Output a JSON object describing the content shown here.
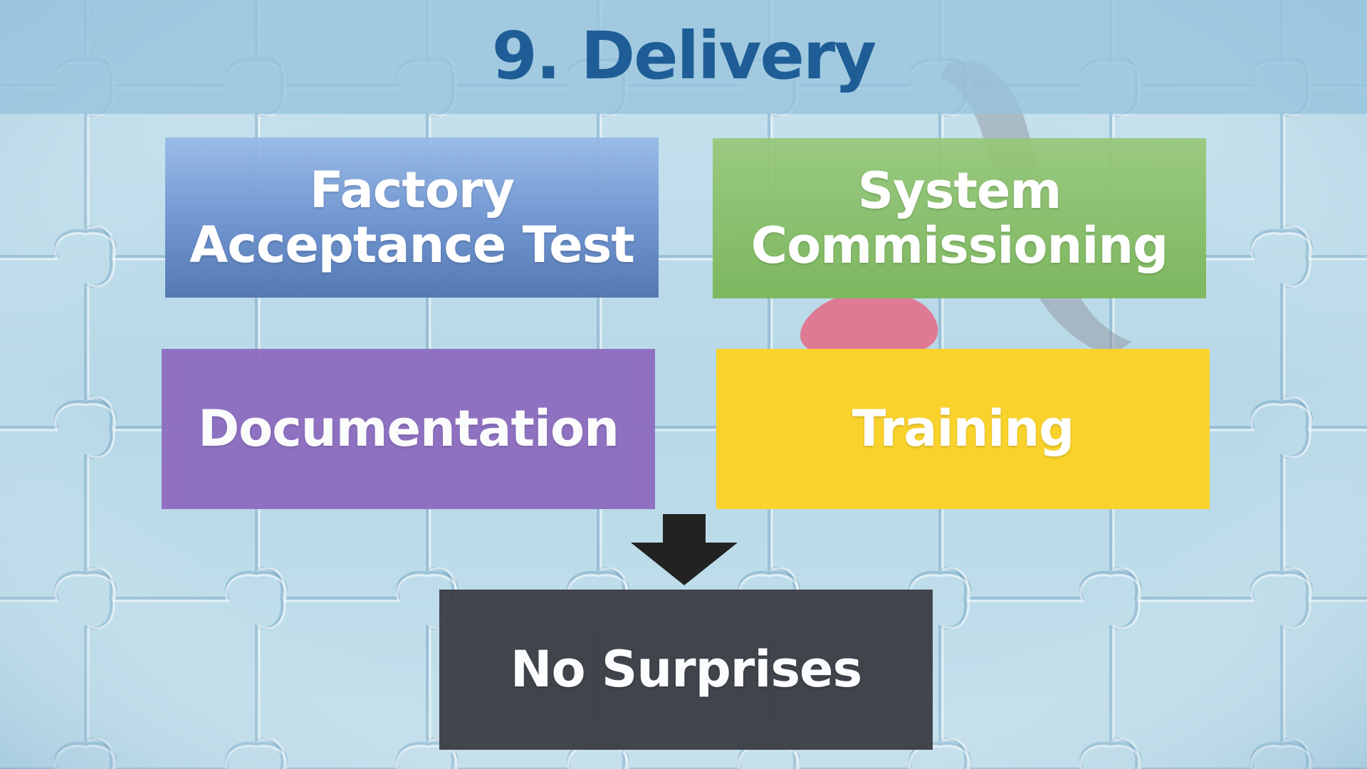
{
  "slide": {
    "title": "9. Delivery"
  },
  "boxes": {
    "factory_acceptance_test": "Factory\nAcceptance Test",
    "system_commissioning": "System\nCommissioning",
    "documentation": "Documentation",
    "training": "Training",
    "no_surprises": "No Surprises"
  },
  "colors": {
    "title": "#1f5d96",
    "factory_acceptance_test": "#6f94cf",
    "system_commissioning": "#7db75f",
    "documentation": "#8d6cbf",
    "training": "#f9d22c",
    "no_surprises": "#3b3e45",
    "arrow": "#222222"
  },
  "icons": {
    "arrow": "down-arrow-icon"
  }
}
